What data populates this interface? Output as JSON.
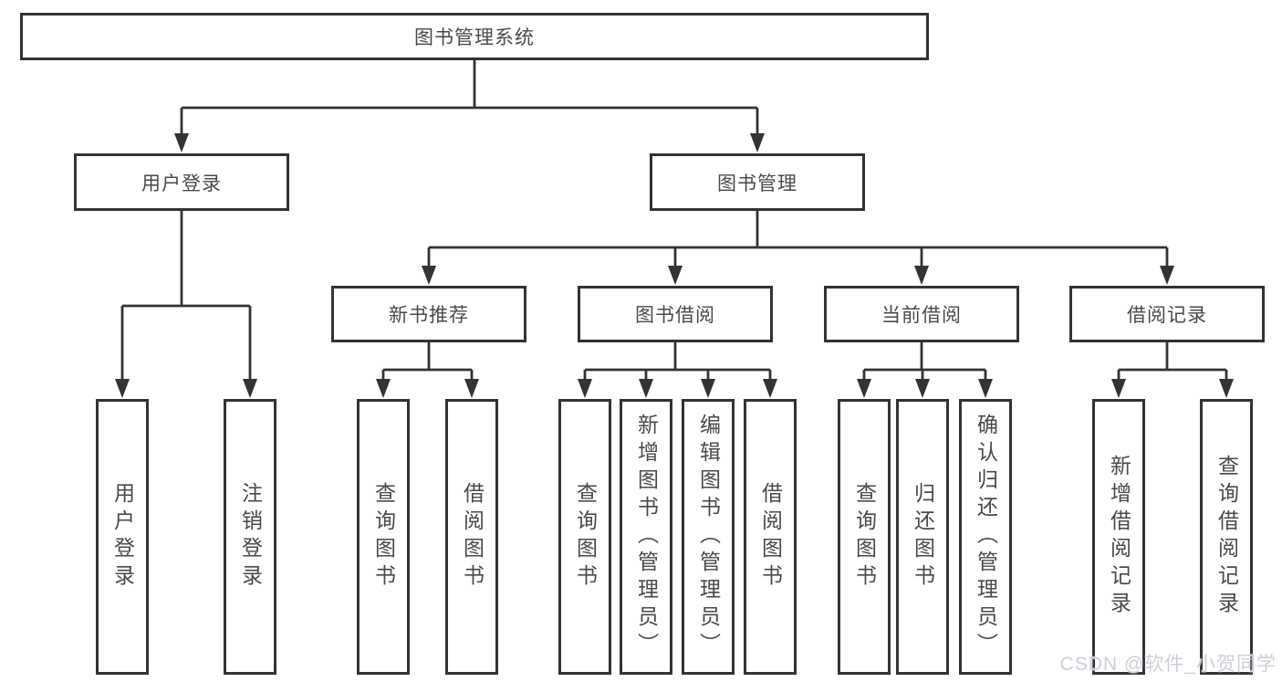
{
  "diagram": {
    "root": {
      "label": "图书管理系统"
    },
    "level2": [
      {
        "label": "用户登录"
      },
      {
        "label": "图书管理"
      }
    ],
    "level3": [
      {
        "label": "新书推荐"
      },
      {
        "label": "图书借阅"
      },
      {
        "label": "当前借阅"
      },
      {
        "label": "借阅记录"
      }
    ],
    "leaves": [
      {
        "label": "用户登录"
      },
      {
        "label": "注销登录"
      },
      {
        "label": "查询图书"
      },
      {
        "label": "借阅图书"
      },
      {
        "label": "查询图书"
      },
      {
        "label": "新增图书（管理员）"
      },
      {
        "label": "编辑图书（管理员）"
      },
      {
        "label": "借阅图书"
      },
      {
        "label": "查询图书"
      },
      {
        "label": "归还图书"
      },
      {
        "label": "确认归还（管理员）"
      },
      {
        "label": "新增借阅记录"
      },
      {
        "label": "查询借阅记录"
      }
    ]
  },
  "watermark": {
    "text": "CSDN @软件_小贺同学"
  },
  "colors": {
    "line": "#333333",
    "box_border": "#333333",
    "text": "#4a4a4a",
    "watermark": "#ccd0d8",
    "background": "#ffffff"
  }
}
